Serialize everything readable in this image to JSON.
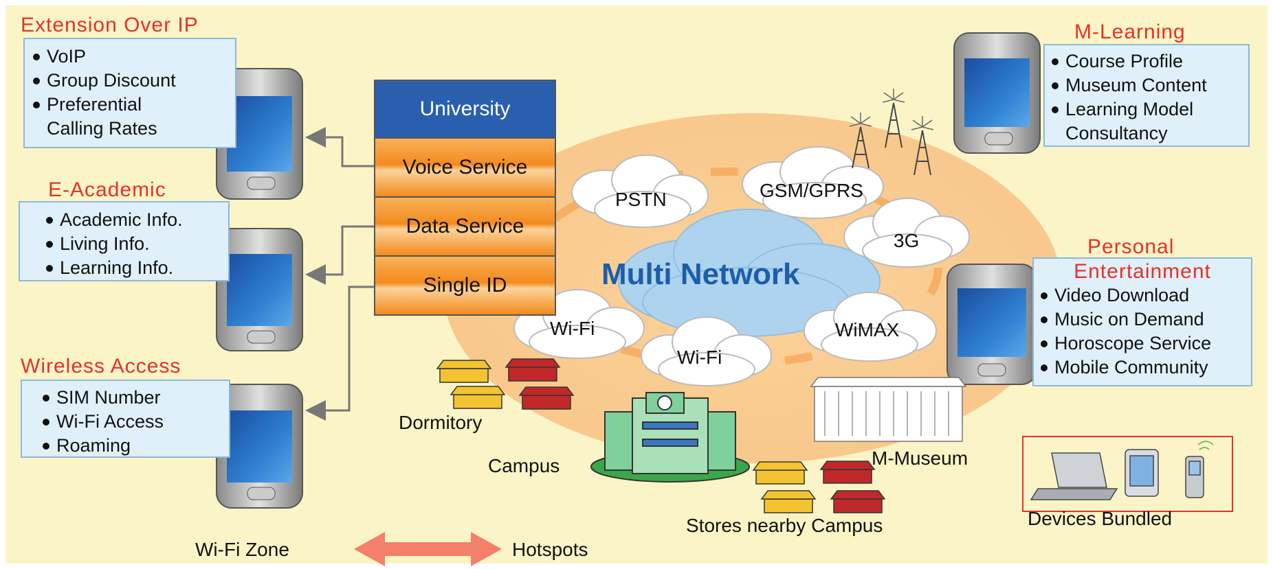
{
  "sections": {
    "extension": {
      "title": "Extension Over IP",
      "items": [
        "VoIP",
        "Group Discount",
        "Preferential",
        "Calling Rates"
      ]
    },
    "eacademic": {
      "title": "E-Academic",
      "items": [
        "Academic Info.",
        "Living Info.",
        "Learning Info."
      ]
    },
    "wireless": {
      "title": "Wireless Access",
      "items": [
        "SIM Number",
        "Wi-Fi Access",
        "Roaming"
      ]
    },
    "mlearning": {
      "title": "M-Learning",
      "items": [
        "Course Profile",
        "Museum Content",
        "Learning Model",
        "Consultancy"
      ]
    },
    "personal": {
      "title_line1": "Personal",
      "title_line2": "Entertainment",
      "items": [
        "Video Download",
        "Music on Demand",
        "Horoscope Service",
        "Mobile Community"
      ]
    }
  },
  "service_stack": [
    "University",
    "Voice Service",
    "Data Service",
    "Single  ID"
  ],
  "center": {
    "title": "Multi Network"
  },
  "networks": [
    "PSTN",
    "GSM/GPRS",
    "3G",
    "WiMAX",
    "Wi-Fi",
    "Wi-Fi"
  ],
  "places": {
    "dormitory": "Dormitory",
    "campus": "Campus",
    "museum": "M-Museum",
    "stores": "Stores nearby Campus"
  },
  "devices": {
    "label": "Devices Bundled"
  },
  "zone": {
    "left": "Wi-Fi Zone",
    "right": "Hotspots"
  },
  "colors": {
    "accent_red": "#e8302a",
    "stack_orange": "#f38a1d",
    "stack_blue": "#2a5fb0",
    "center_text": "#1d5ea8",
    "box_fill": "#dff0fb"
  }
}
